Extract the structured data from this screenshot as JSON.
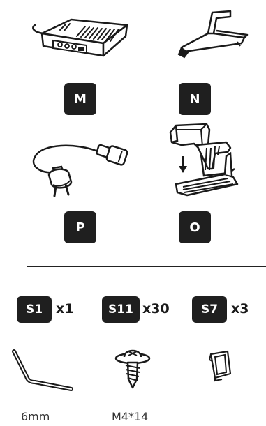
{
  "parts": [
    {
      "label": "M",
      "icon": "control-box-icon"
    },
    {
      "label": "N",
      "icon": "bracket-icon"
    },
    {
      "label": "P",
      "icon": "power-cable-icon"
    },
    {
      "label": "O",
      "icon": "clip-bracket-icon"
    }
  ],
  "hardware": [
    {
      "label": "S1",
      "quantity": "x1",
      "icon": "allen-key-icon",
      "caption": "6mm"
    },
    {
      "label": "S11",
      "quantity": "x30",
      "icon": "screw-icon",
      "caption": "M4*14"
    },
    {
      "label": "S7",
      "quantity": "x3",
      "icon": "cable-clip-icon",
      "caption": ""
    }
  ],
  "colors": {
    "badge": "#1f1f1f",
    "line": "#222222"
  }
}
